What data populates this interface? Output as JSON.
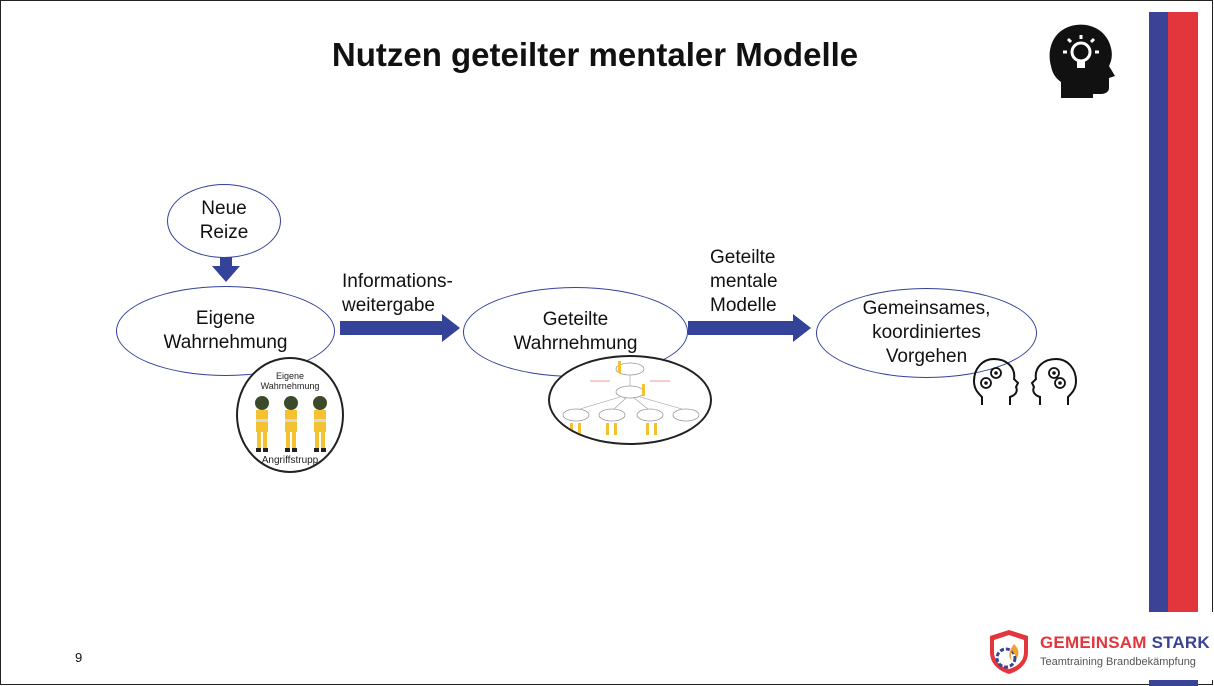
{
  "slide": {
    "title": "Nutzen geteilter mentaler Modelle",
    "page_number": "9"
  },
  "diagram": {
    "node_neue_reize": "Neue\nReize",
    "node_eigene": "Eigene\nWahrnehmung",
    "node_geteilte": "Geteilte\nWahrnehmung",
    "node_gemeinsames": "Gemeinsames,\nkoordiniertes\nVorgehen",
    "arrow1_label": "Informations-\nweitergabe",
    "arrow2_label": "Geteilte\nmentale\nModelle",
    "inset1_top": "Eigene\nWahrnehmung",
    "inset1_bottom": "Angriffstrupp"
  },
  "brand": {
    "name_part1": "GEMEINSAM",
    "name_part2": " STARK",
    "subtitle": "Teamtraining Brandbekämpfung"
  },
  "icons": [
    "head-lightbulb-icon",
    "head-gears-icon",
    "head-gears-icon",
    "shield-logo-icon"
  ],
  "colors": {
    "accent_blue": "#3b4396",
    "accent_red": "#e3353c",
    "node_border": "#34429a"
  }
}
